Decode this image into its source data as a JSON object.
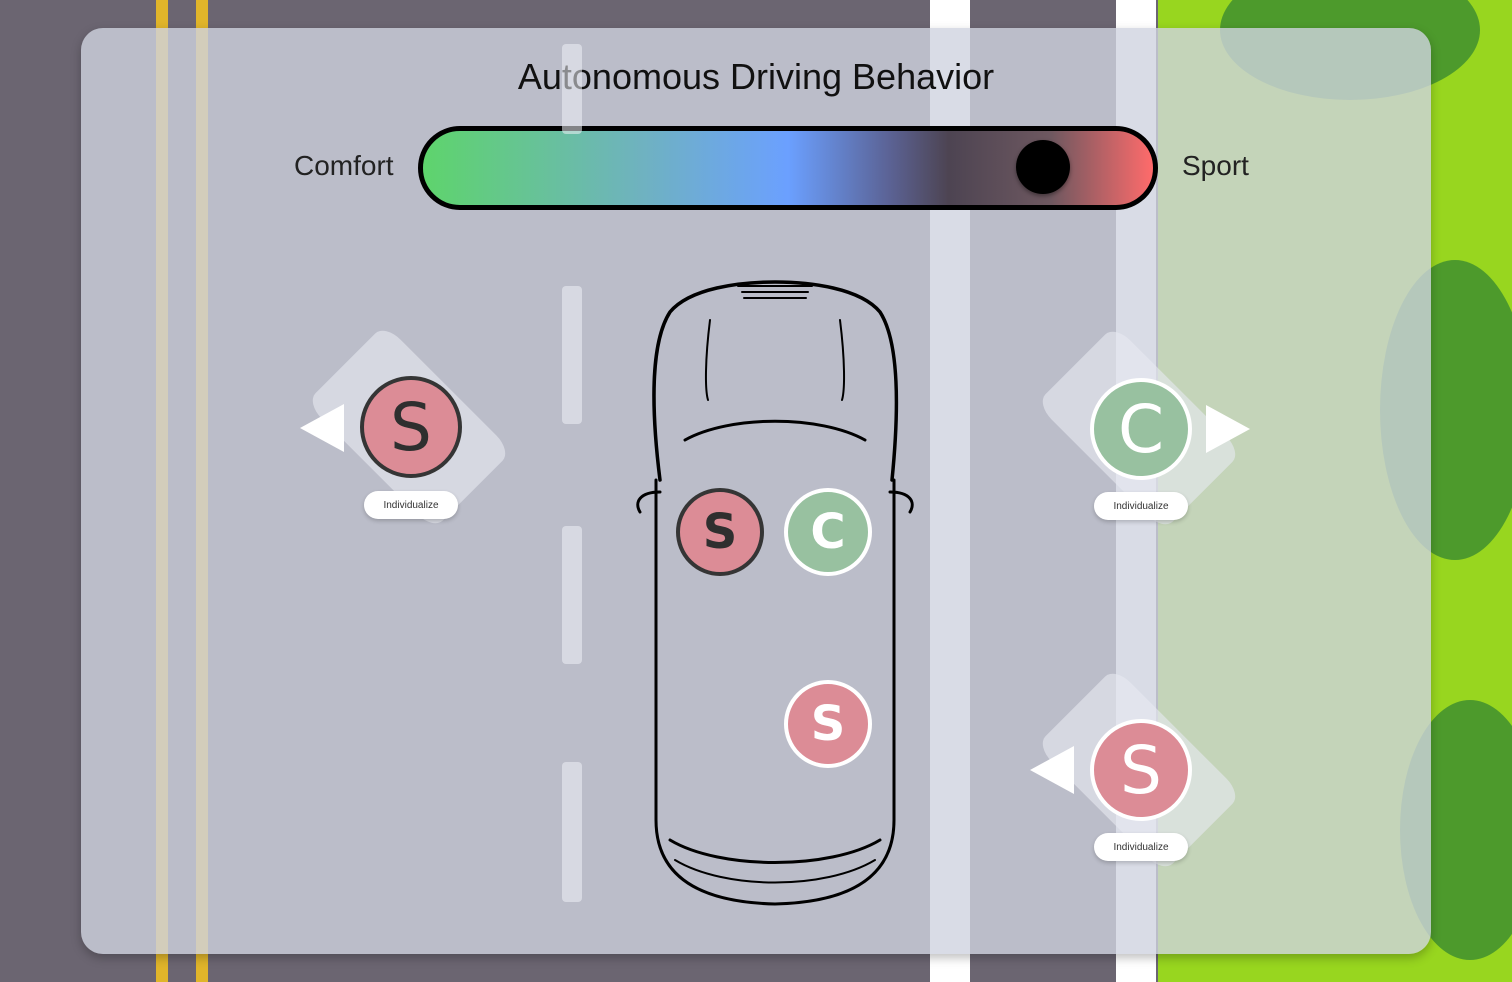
{
  "title": {
    "bold": "Autonomous",
    "rest": " Driving Behavior"
  },
  "slider": {
    "left_label": "Comfort",
    "right_label": "Sport",
    "value": 0.85
  },
  "zones": {
    "left": {
      "letter": "S",
      "button": "Individualize",
      "arrow": "arrow-left-icon"
    },
    "right_top": {
      "letter": "C",
      "button": "Individualize",
      "arrow": "arrow-right-icon"
    },
    "right_bottom": {
      "letter": "S",
      "button": "Individualize",
      "arrow": "arrow-left-icon"
    }
  },
  "seats": {
    "front_left": "S",
    "front_right": "C",
    "rear_right": "S"
  },
  "colors": {
    "sport": "#dc8c96",
    "comfort": "#98c1a0"
  }
}
